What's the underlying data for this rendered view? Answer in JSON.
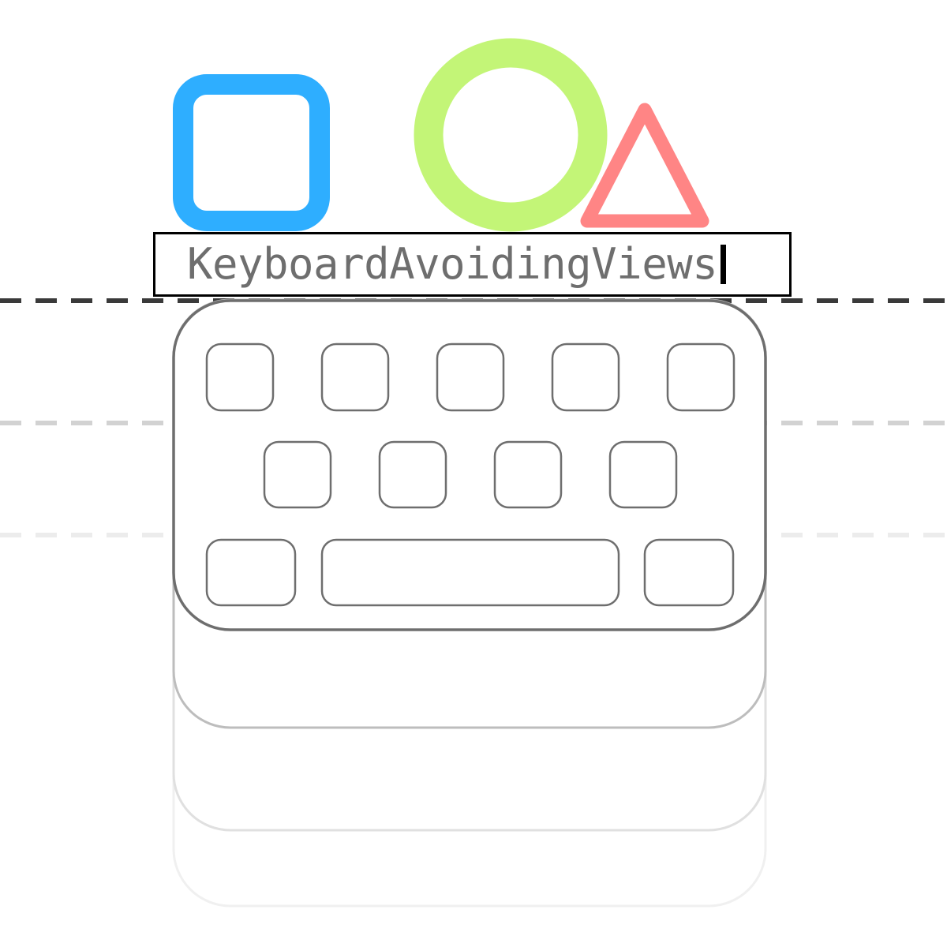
{
  "text_field": {
    "value": "KeyboardAvoidingViews"
  },
  "colors": {
    "square": "#2eaeff",
    "circle": "#c3f577",
    "triangle": "#ff8585",
    "guide_dark": "#3a3a3a",
    "guide_mid": "#d2d2d2",
    "guide_light": "#ececec",
    "keyboard_outline": "#6e6e6e",
    "text_color": "#6e6e6e"
  },
  "icons": {
    "shapes": [
      "square-icon",
      "circle-icon",
      "triangle-icon"
    ],
    "keyboard": "keyboard-icon"
  },
  "keyboard": {
    "key_rows": [
      5,
      4,
      3
    ]
  }
}
